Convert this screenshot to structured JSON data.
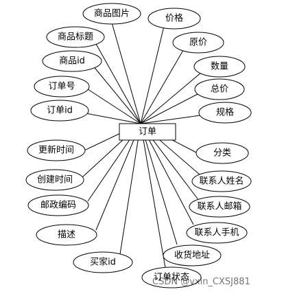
{
  "entity": {
    "label": "订单"
  },
  "attributes": [
    {
      "id": "attr-product-image",
      "label": "商品图片"
    },
    {
      "id": "attr-price",
      "label": "价格"
    },
    {
      "id": "attr-product-title",
      "label": "商品标题"
    },
    {
      "id": "attr-original-price",
      "label": "原价"
    },
    {
      "id": "attr-product-id",
      "label": "商品id"
    },
    {
      "id": "attr-quantity",
      "label": "数量"
    },
    {
      "id": "attr-order-no",
      "label": "订单号"
    },
    {
      "id": "attr-total-price",
      "label": "总价"
    },
    {
      "id": "attr-order-id",
      "label": "订单id"
    },
    {
      "id": "attr-spec",
      "label": "规格"
    },
    {
      "id": "attr-update-time",
      "label": "更新时间"
    },
    {
      "id": "attr-category",
      "label": "分类"
    },
    {
      "id": "attr-create-time",
      "label": "创建时间"
    },
    {
      "id": "attr-contact-name",
      "label": "联系人姓名"
    },
    {
      "id": "attr-postal-code",
      "label": "邮政编码"
    },
    {
      "id": "attr-contact-email",
      "label": "联系人邮箱"
    },
    {
      "id": "attr-description",
      "label": "描述"
    },
    {
      "id": "attr-contact-phone",
      "label": "联系人手机"
    },
    {
      "id": "attr-buyer-id",
      "label": "买家id"
    },
    {
      "id": "attr-shipping-address",
      "label": "收货地址"
    },
    {
      "id": "attr-order-status",
      "label": "订单状态"
    }
  ],
  "watermark": "CSDN @vxin_CXSJ881"
}
